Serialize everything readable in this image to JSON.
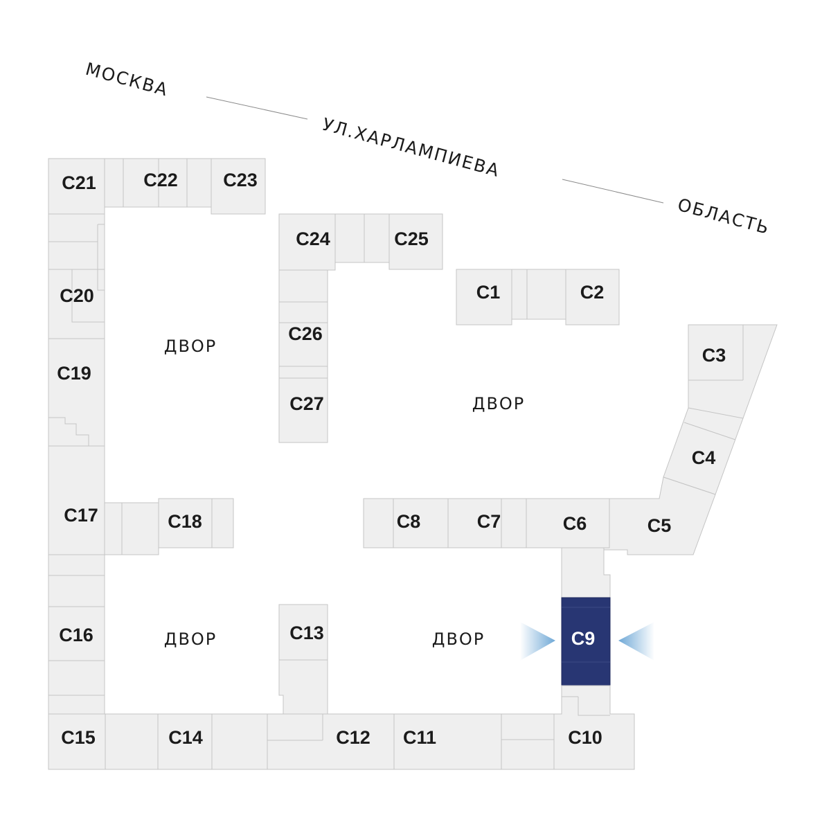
{
  "streets": {
    "city": "МОСКВА",
    "street": "УЛ.ХАРЛАМПИЕВА",
    "region": "ОБЛАСТЬ"
  },
  "yards": [
    "ДВОР",
    "ДВОР",
    "ДВОР",
    "ДВОР"
  ],
  "sections": {
    "c1": "С1",
    "c2": "С2",
    "c3": "С3",
    "c4": "С4",
    "c5": "С5",
    "c6": "С6",
    "c7": "С7",
    "c8": "С8",
    "c9": "С9",
    "c10": "С10",
    "c11": "С11",
    "c12": "С12",
    "c13": "С13",
    "c14": "С14",
    "c15": "С15",
    "c16": "С16",
    "c17": "С17",
    "c18": "С18",
    "c19": "С19",
    "c20": "С20",
    "c21": "С21",
    "c22": "С22",
    "c23": "С23",
    "c24": "С24",
    "c25": "С25",
    "c26": "С26",
    "c27": "С27"
  },
  "selected_section": "С9",
  "colors": {
    "building": "#efefef",
    "outline": "#c4c4c4",
    "selected": "#283673",
    "pointer": "#7fb3d9"
  }
}
